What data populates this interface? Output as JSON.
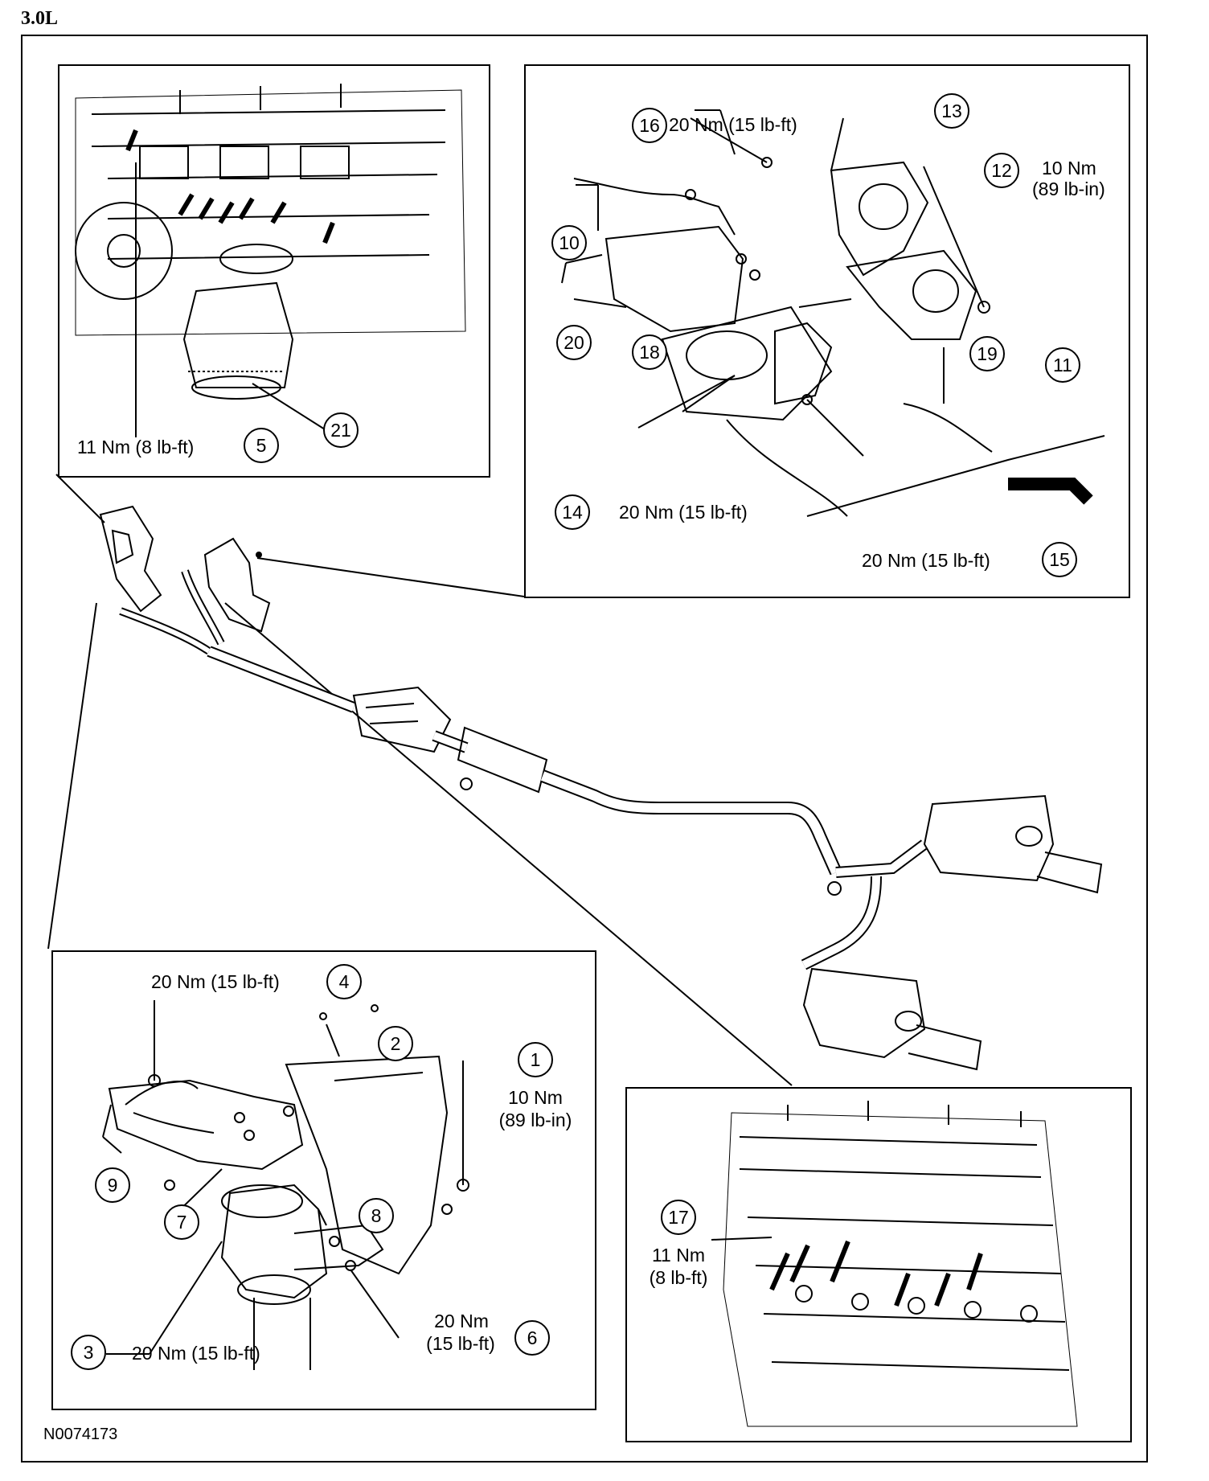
{
  "header": {
    "engine": "3.0L"
  },
  "footer": {
    "figure_id": "N0074173"
  },
  "insets": {
    "top_left": {
      "callouts": [
        {
          "number": "5",
          "torque": "11 Nm (8 lb-ft)"
        },
        {
          "number": "21"
        }
      ]
    },
    "top_right": {
      "callouts": [
        {
          "number": "16",
          "torque": "20 Nm (15 lb-ft)"
        },
        {
          "number": "13"
        },
        {
          "number": "12",
          "torque_nm": "10 Nm",
          "torque_imperial": "(89 lb-in)"
        },
        {
          "number": "10"
        },
        {
          "number": "20"
        },
        {
          "number": "18"
        },
        {
          "number": "19"
        },
        {
          "number": "11"
        },
        {
          "number": "14",
          "torque": "20 Nm (15 lb-ft)"
        },
        {
          "number": "15",
          "torque": "20 Nm (15 lb-ft)"
        }
      ]
    },
    "bottom_left": {
      "callouts": [
        {
          "number": "4",
          "torque": "20 Nm (15 lb-ft)"
        },
        {
          "number": "2"
        },
        {
          "number": "1",
          "torque_nm": "10 Nm",
          "torque_imperial": "(89 lb-in)"
        },
        {
          "number": "9"
        },
        {
          "number": "7"
        },
        {
          "number": "8"
        },
        {
          "number": "3",
          "torque": "20 Nm (15 lb-ft)"
        },
        {
          "number": "6",
          "torque_nm": "20 Nm",
          "torque_imperial": "(15 lb-ft)"
        }
      ]
    },
    "bottom_right": {
      "callouts": [
        {
          "number": "17",
          "torque_nm": "11 Nm",
          "torque_imperial": "(8 lb-ft)"
        }
      ]
    }
  }
}
